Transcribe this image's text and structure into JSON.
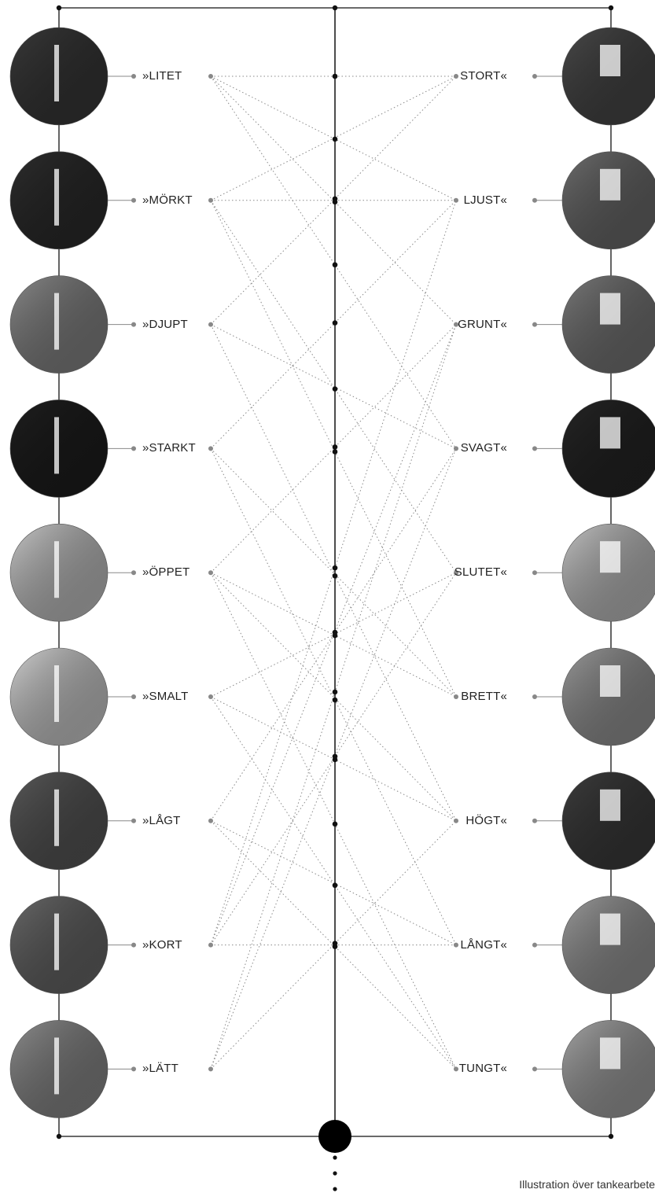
{
  "left_terms": [
    {
      "label": "»LITET",
      "tone": "#3a3a3a"
    },
    {
      "label": "»MÖRKT",
      "tone": "#2e2e2e"
    },
    {
      "label": "»DJUPT",
      "tone": "#8a8a8a"
    },
    {
      "label": "»STARKT",
      "tone": "#1f1f1f"
    },
    {
      "label": "»ÖPPET",
      "tone": "#c8c8c8"
    },
    {
      "label": "»SMALT",
      "tone": "#d2d2d2"
    },
    {
      "label": "»LÅGT",
      "tone": "#5a5a5a"
    },
    {
      "label": "»KORT",
      "tone": "#6a6a6a"
    },
    {
      "label": "»LÄTT",
      "tone": "#8e8e8e"
    }
  ],
  "right_terms": [
    {
      "label": "STORT«",
      "tone": "#4a4a4a"
    },
    {
      "label": "LJUST«",
      "tone": "#6e6e6e"
    },
    {
      "label": "GRUNT«",
      "tone": "#7a7a7a"
    },
    {
      "label": "SVAGT«",
      "tone": "#262626"
    },
    {
      "label": "SLUTET«",
      "tone": "#c4c4c4"
    },
    {
      "label": "BRETT«",
      "tone": "#9a9a9a"
    },
    {
      "label": "HÖGT«",
      "tone": "#3e3e3e"
    },
    {
      "label": "LÅNGT«",
      "tone": "#9c9c9c"
    },
    {
      "label": "TUNGT«",
      "tone": "#a6a6a6"
    }
  ],
  "connections": [
    [
      0,
      0
    ],
    [
      0,
      1
    ],
    [
      0,
      2
    ],
    [
      0,
      3
    ],
    [
      1,
      0
    ],
    [
      1,
      1
    ],
    [
      1,
      4
    ],
    [
      1,
      5
    ],
    [
      2,
      0
    ],
    [
      2,
      3
    ],
    [
      2,
      6
    ],
    [
      3,
      1
    ],
    [
      3,
      5
    ],
    [
      3,
      7
    ],
    [
      4,
      2
    ],
    [
      4,
      5
    ],
    [
      4,
      6
    ],
    [
      4,
      8
    ],
    [
      5,
      4
    ],
    [
      5,
      6
    ],
    [
      5,
      8
    ],
    [
      6,
      3
    ],
    [
      6,
      7
    ],
    [
      6,
      8
    ],
    [
      7,
      1
    ],
    [
      7,
      2
    ],
    [
      7,
      4
    ],
    [
      7,
      7
    ],
    [
      8,
      2
    ],
    [
      8,
      3
    ],
    [
      8,
      6
    ]
  ],
  "caption": "Illustration över tankearbete"
}
